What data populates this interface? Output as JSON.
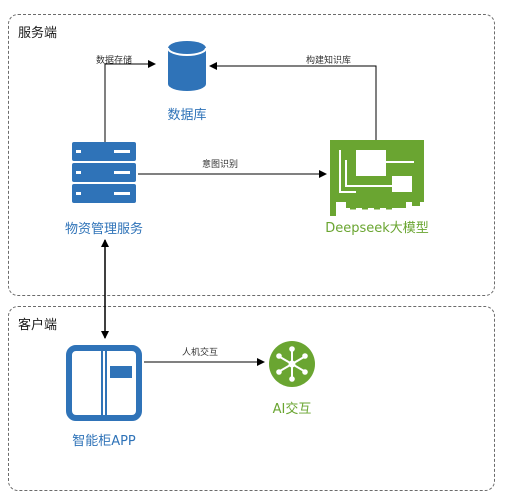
{
  "zones": {
    "server": {
      "title": "服务端"
    },
    "client": {
      "title": "客户端"
    }
  },
  "nodes": {
    "database": {
      "label": "数据库",
      "icon": "database-icon",
      "color": "#2f73b8"
    },
    "material_service": {
      "label": "物资管理服务",
      "icon": "server-icon",
      "color": "#2f73b8"
    },
    "deepseek": {
      "label": "Deepseek大模型",
      "icon": "circuit-board-icon",
      "color": "#6aa531"
    },
    "smart_cabinet_app": {
      "label": "智能柜APP",
      "icon": "cabinet-icon",
      "color": "#2f73b8"
    },
    "ai_interaction": {
      "label": "AI交互",
      "icon": "network-hub-icon",
      "color": "#6aa531"
    }
  },
  "edges": {
    "data_storage": {
      "label": "数据存储"
    },
    "build_knowledge_base": {
      "label": "构建知识库"
    },
    "intent_recognition": {
      "label": "意图识别"
    },
    "human_machine_interaction": {
      "label": "人机交互"
    }
  }
}
